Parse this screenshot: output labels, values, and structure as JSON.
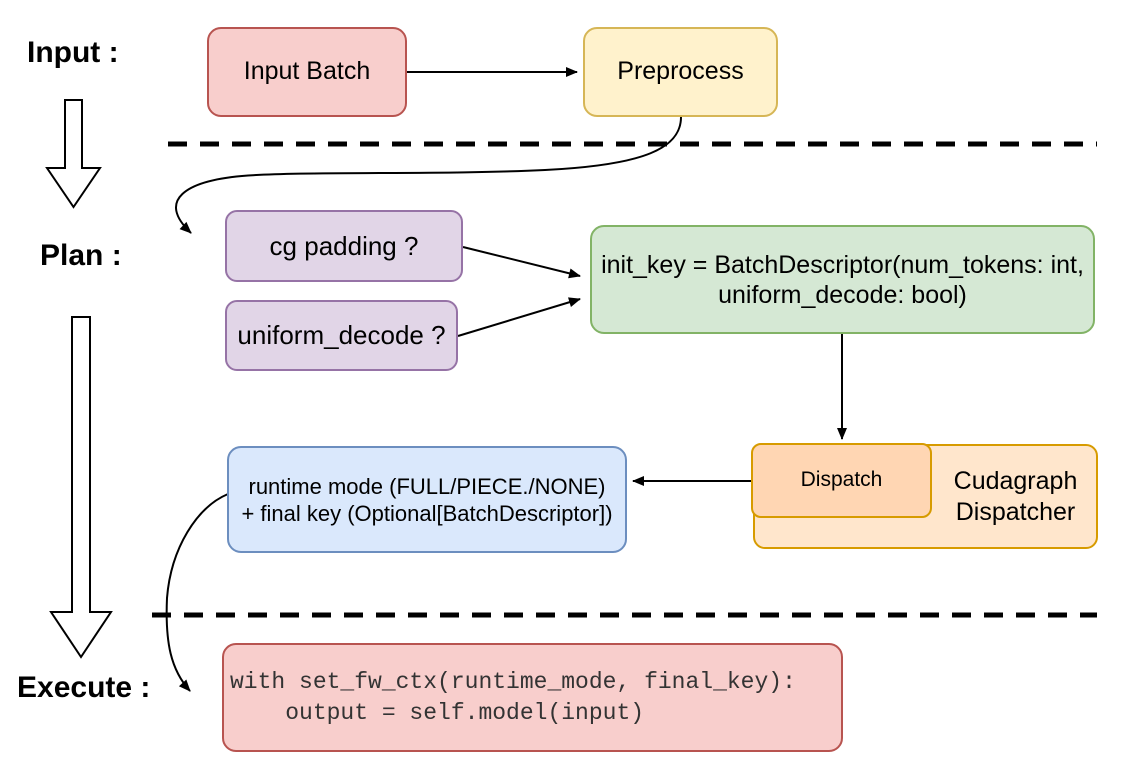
{
  "phase_labels": {
    "input": "Input :",
    "plan": "Plan :",
    "execute": "Execute :"
  },
  "nodes": {
    "input_batch": {
      "label": "Input Batch",
      "fill": "#f8cecc",
      "stroke": "#b85450"
    },
    "preprocess": {
      "label": "Preprocess",
      "fill": "#fff2cc",
      "stroke": "#d6b656"
    },
    "cg_padding": {
      "label": "cg padding ?",
      "fill": "#e1d5e7",
      "stroke": "#9673a6"
    },
    "uniform_decode": {
      "label": "uniform_decode ?",
      "fill": "#e1d5e7",
      "stroke": "#9673a6"
    },
    "init_key": {
      "line1": "init_key = BatchDescriptor(num_tokens: int,",
      "line2": "uniform_decode: bool)",
      "fill": "#d5e8d4",
      "stroke": "#82b366"
    },
    "dispatch": {
      "label": "Dispatch",
      "fill": "#ffd6b3",
      "stroke": "#d79b00"
    },
    "cudagraph_dispatcher": {
      "line1": "Cudagraph",
      "line2": "Dispatcher",
      "fill": "#ffe6cc",
      "stroke": "#d79b00"
    },
    "runtime_mode": {
      "line1": "runtime mode (FULL/PIECE./NONE)",
      "line2": "+ final key (Optional[BatchDescriptor])",
      "fill": "#dae8fc",
      "stroke": "#6c8ebf"
    },
    "execute_code": {
      "line1": "with set_fw_ctx(runtime_mode, final_key):",
      "line2": "    output = self.model(input)",
      "fill": "#f8cecc",
      "stroke": "#b85450"
    }
  },
  "colors": {
    "connector": "#000000",
    "divider": "#000000",
    "phase_arrow_fill": "#ffffff",
    "phase_arrow_stroke": "#000000",
    "text": "#000000",
    "code_text": "#333333",
    "background": "#ffffff"
  }
}
